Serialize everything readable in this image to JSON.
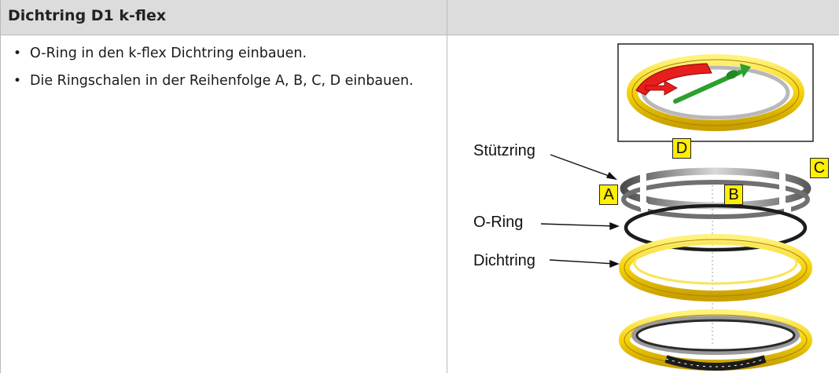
{
  "header": {
    "title": "Dichtring D1 k-flex"
  },
  "steps": [
    {
      "bullet": "•",
      "text": "O-Ring in den k-flex Dichtring einbauen."
    },
    {
      "bullet": "•",
      "text": "Die Ringschalen in der Reihenfolge A, B, C, D einbauen."
    }
  ],
  "figure": {
    "labels": {
      "stuetzring": "Stützring",
      "oring": "O-Ring",
      "dichtring": "Dichtring"
    },
    "tags": {
      "a": "A",
      "b": "B",
      "c": "C",
      "d": "D"
    },
    "colors": {
      "seal_yellow": "#f5d20a",
      "arrow_green": "#2ca02c",
      "segment_red": "#e61e1e",
      "tag_fill": "#ffef00"
    }
  }
}
